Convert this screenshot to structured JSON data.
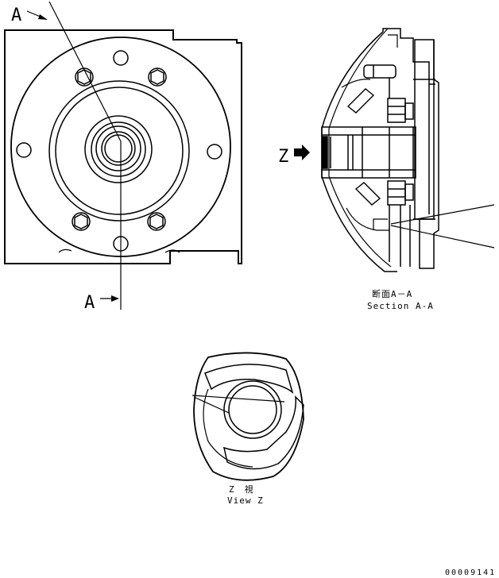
{
  "labels": {
    "section_arrow_top": "A",
    "section_arrow_bottom": "A",
    "view_arrow": "Z",
    "section_caption_jp": "断面A－A",
    "section_caption_en": "Section A-A",
    "view_caption_jp": "Z　視",
    "view_caption_en": "View Z",
    "drawing_number": "00009141"
  }
}
